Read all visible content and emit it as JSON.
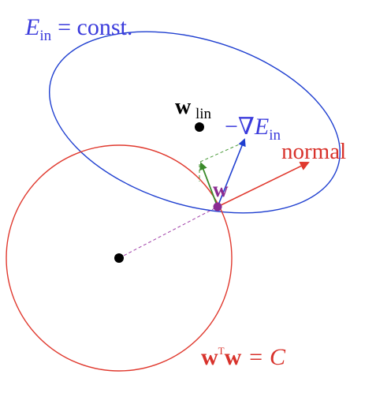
{
  "labels": {
    "ein_lhs": "E",
    "ein_lhs_sub": "in",
    "ein_rhs": "= const.",
    "wlin": "w",
    "wlin_sub": "lin",
    "grad_prefix": "−∇",
    "grad_E": "E",
    "grad_sub": "in",
    "normal": "normal",
    "w_point": "w",
    "constraint_w1": "w",
    "constraint_T": "T",
    "constraint_w2": "w",
    "constraint_eq": "= C"
  },
  "colors": {
    "ellipse": "#1f3fd0",
    "circle": "#e0392e",
    "blue_label": "#3b3bdc",
    "red_label": "#d8322b",
    "green_arrow": "#3a8a2a",
    "purple": "#8a2b91",
    "dashed_green": "#4a9a3a",
    "dashed_purple": "#a040a8"
  }
}
